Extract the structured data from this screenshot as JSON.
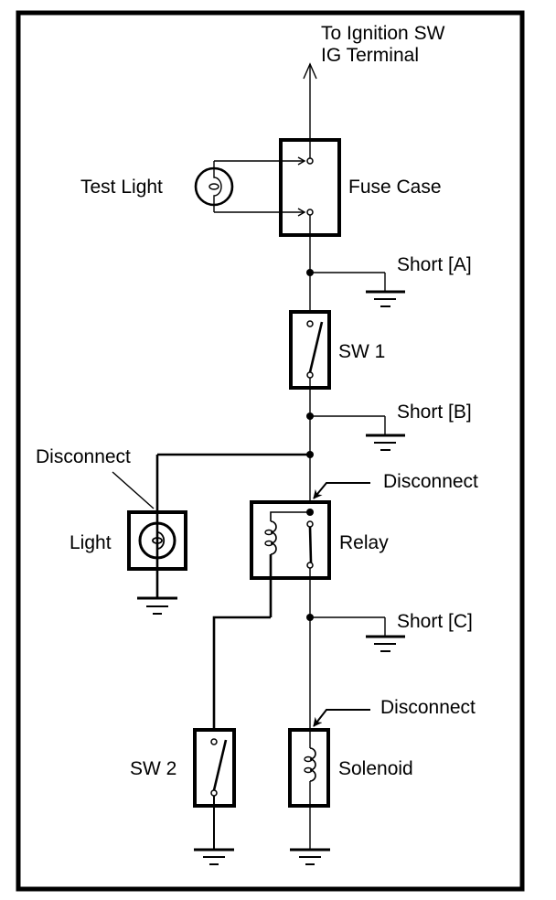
{
  "diagram": {
    "title": "Short circuit / open circuit inspection with test light",
    "colors": {
      "line": "#000000",
      "background": "#ffffff"
    },
    "supply": {
      "line1": "To Ignition SW",
      "line2": "IG Terminal"
    },
    "components": {
      "test_light": "Test Light",
      "fuse_case": "Fuse Case",
      "sw1": "SW 1",
      "light": "Light",
      "relay": "Relay",
      "sw2": "SW 2",
      "solenoid": "Solenoid"
    },
    "shorts": {
      "a": "Short [A]",
      "b": "Short [B]",
      "c": "Short [C]"
    },
    "disconnects": {
      "light": "Disconnect",
      "relay": "Disconnect",
      "solenoid": "Disconnect"
    }
  }
}
